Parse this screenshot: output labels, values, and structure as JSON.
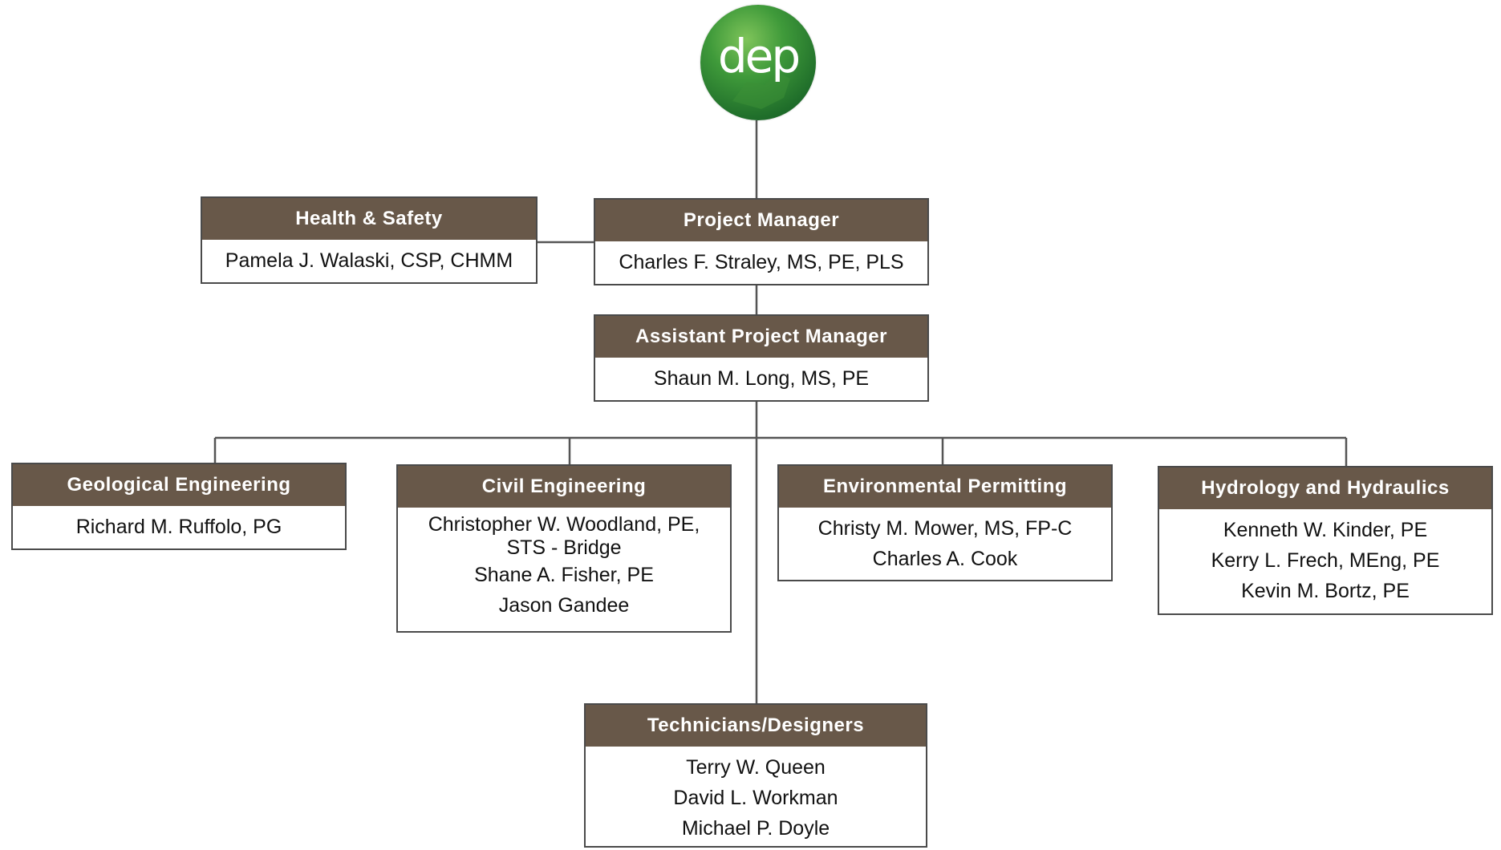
{
  "logo": {
    "text": "dep",
    "color": "#2f8a37"
  },
  "colors": {
    "header_bg": "#685849",
    "header_text": "#ffffff",
    "border": "#4a4a4a",
    "connector": "#555555"
  },
  "org": {
    "project_manager": {
      "title": "Project Manager",
      "members": [
        "Charles F. Straley, MS, PE, PLS"
      ]
    },
    "health_safety": {
      "title": "Health & Safety",
      "members": [
        "Pamela J. Walaski, CSP, CHMM"
      ]
    },
    "assistant_pm": {
      "title": "Assistant Project Manager",
      "members": [
        "Shaun M. Long, MS, PE"
      ]
    },
    "geological": {
      "title": "Geological Engineering",
      "members": [
        "Richard M. Ruffolo, PG"
      ]
    },
    "civil": {
      "title": "Civil Engineering",
      "members": [
        "Christopher W. Woodland, PE,",
        "STS - Bridge",
        "Shane A. Fisher, PE",
        "Jason Gandee"
      ]
    },
    "environmental": {
      "title": "Environmental Permitting",
      "members": [
        "Christy M. Mower, MS, FP-C",
        "Charles A. Cook"
      ]
    },
    "hydrology": {
      "title": "Hydrology and Hydraulics",
      "members": [
        "Kenneth W. Kinder, PE",
        "Kerry L. Frech, MEng, PE",
        "Kevin M. Bortz, PE"
      ]
    },
    "technicians": {
      "title": "Technicians/Designers",
      "members": [
        "Terry W. Queen",
        "David L. Workman",
        "Michael P. Doyle"
      ]
    }
  }
}
